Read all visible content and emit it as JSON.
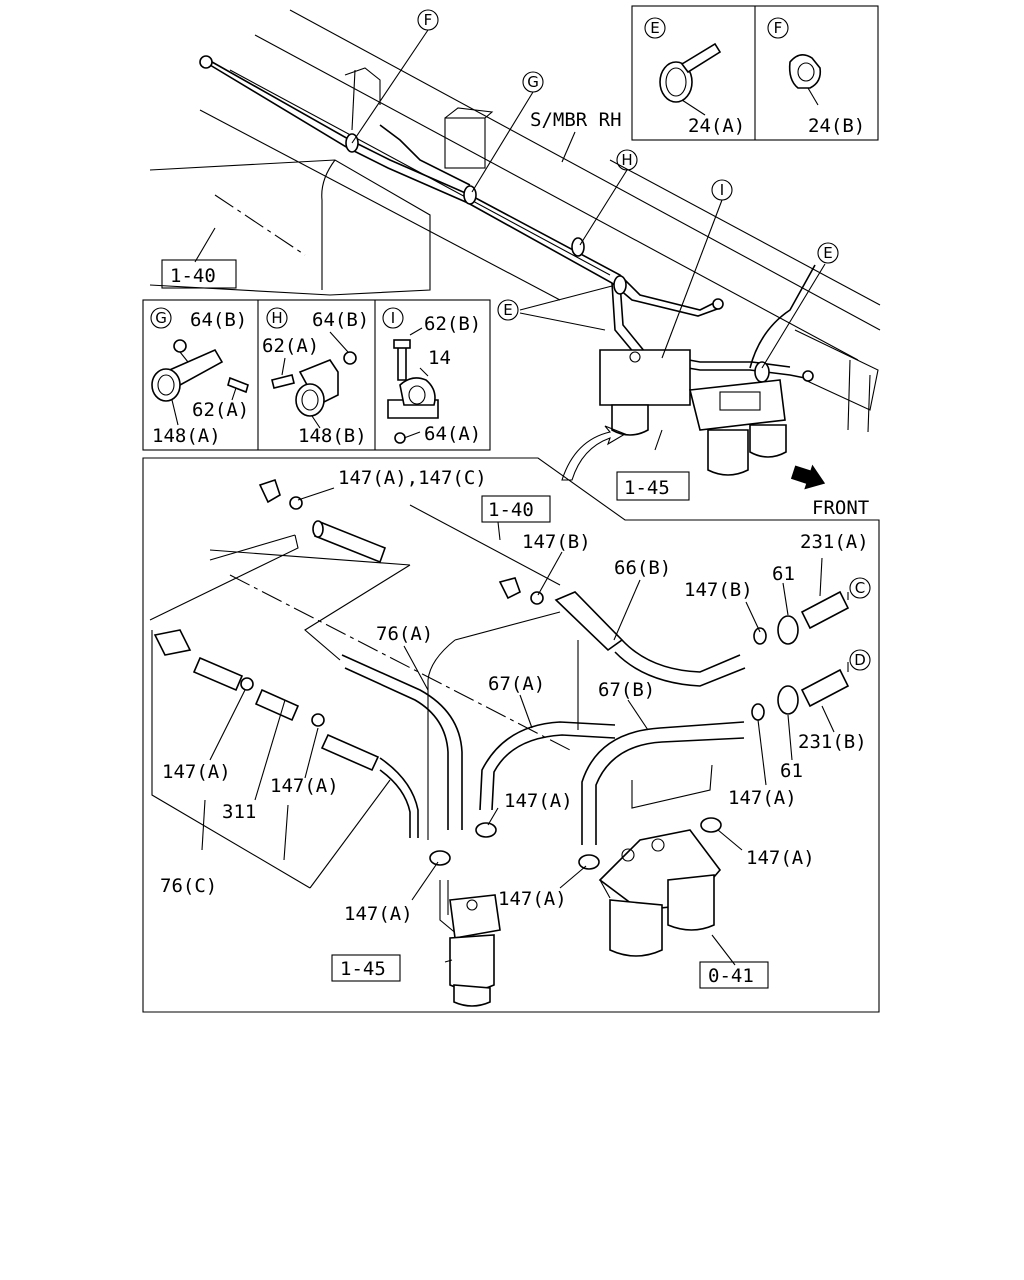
{
  "callouts": {
    "E1": "E",
    "F1": "F",
    "G1": "G",
    "H1": "H",
    "I1": "I",
    "E2": "E",
    "E3": "E",
    "C1": "C",
    "D1": "D",
    "boxE": "E",
    "boxF": "F",
    "boxG": "G",
    "boxH": "H",
    "boxI": "I"
  },
  "labels": {
    "smbr": "S/MBR RH",
    "front": "FRONT",
    "ref_140_top": "1-40",
    "ref_145_top": "1-45",
    "ref_140_mid": "1-40",
    "ref_145_bot": "1-45",
    "ref_041": "0-41",
    "p24a": "24(A)",
    "p24b": "24(B)",
    "g_64b": "64(B)",
    "g_62a": "62(A)",
    "g_148a": "148(A)",
    "h_64b": "64(B)",
    "h_62a": "62(A)",
    "h_148b": "148(B)",
    "i_62b": "62(B)",
    "i_14": "14",
    "i_64a": "64(A)",
    "p147ac": "147(A),147(C)",
    "p147b_1": "147(B)",
    "p66b": "66(B)",
    "p147b_2": "147(B)",
    "p61_1": "61",
    "p231a": "231(A)",
    "p231b": "231(B)",
    "p61_2": "61",
    "p76a": "76(A)",
    "p67a": "67(A)",
    "p67b": "67(B)",
    "p147a_1": "147(A)",
    "p311": "311",
    "p147a_2": "147(A)",
    "p147a_3": "147(A)",
    "p147a_4": "147(A)",
    "p147a_5": "147(A)",
    "p147a_6": "147(A)",
    "p147a_7": "147(A)",
    "p76c": "76(C)"
  }
}
